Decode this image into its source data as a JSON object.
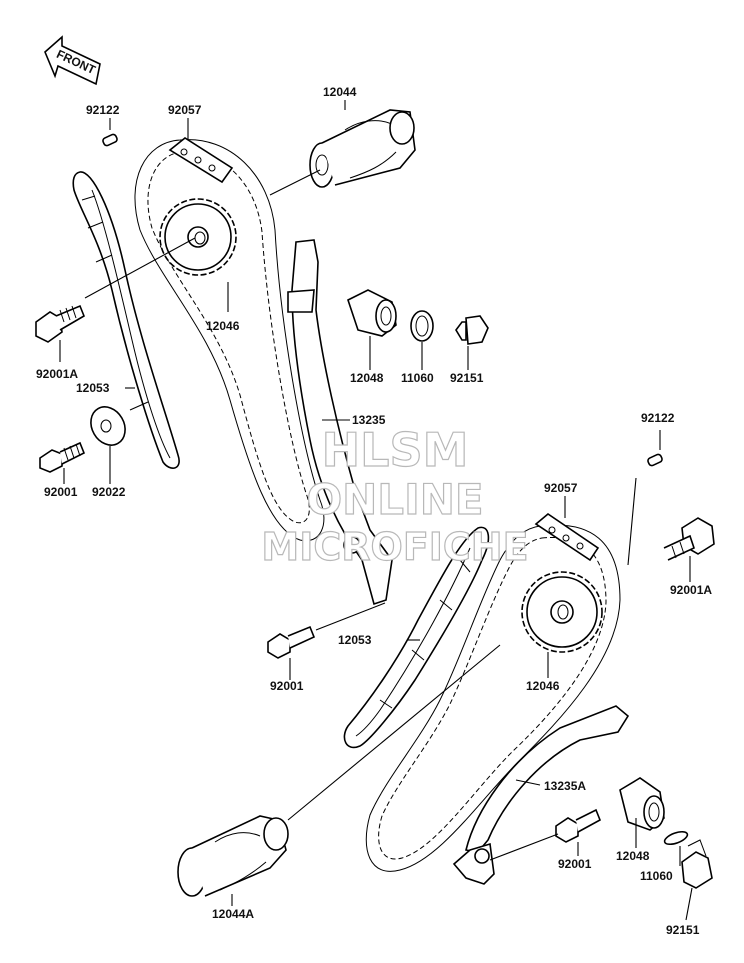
{
  "front_arrow": {
    "label": "FRONT"
  },
  "watermark": {
    "line1": "HLSM",
    "line2": "ONLINE",
    "line3": "MICROFICHE"
  },
  "labels": {
    "l_92122_a": "92122",
    "l_92057_a": "92057",
    "l_12044": "12044",
    "l_12046_a": "12046",
    "l_92001A_a": "92001A",
    "l_12053_a": "12053",
    "l_12048_a": "12048",
    "l_11060_a": "11060",
    "l_92151_a": "92151",
    "l_13235": "13235",
    "l_92001_a": "92001",
    "l_92022": "92022",
    "l_92122_b": "92122",
    "l_92057_b": "92057",
    "l_92001A_b": "92001A",
    "l_12053_b": "12053",
    "l_92001_b": "92001",
    "l_12046_b": "12046",
    "l_13235A": "13235A",
    "l_92001_c": "92001",
    "l_12048_b": "12048",
    "l_11060_b": "11060",
    "l_92151_b": "92151",
    "l_12044A": "12044A"
  },
  "colors": {
    "ink": "#000000",
    "watermark": "#b8b8b8",
    "background": "#ffffff"
  }
}
